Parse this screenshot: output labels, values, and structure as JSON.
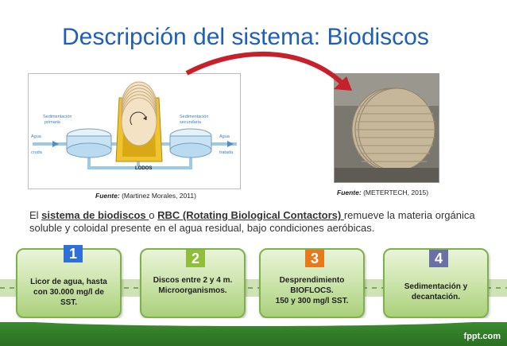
{
  "title": "Descripción del sistema: Biodiscos",
  "diagram": {
    "label_sed_primaria_1": "Sedimentación",
    "label_sed_primaria_2": "primaria",
    "label_sed_secundaria_1": "Sedimentación",
    "label_sed_secundaria_2": "secundaria",
    "label_agua_cruda_1": "Agua",
    "label_agua_cruda_2": "cruda",
    "label_agua_tratada_1": "Agua",
    "label_agua_tratada_2": "tratada",
    "label_lodos": "LODOS"
  },
  "captions": {
    "left_prefix": "Fuente:",
    "left_text": " (Martinez Morales, 2011)",
    "right_prefix": "Fuente:",
    "right_text": " (METERTECH, 2015)"
  },
  "paragraph": {
    "p1": "El ",
    "u1": "sistema de biodiscos ",
    "p2": "o ",
    "u2": "RBC (Rotating Biological Contactors) ",
    "p3": "remueve la materia orgánica soluble y coloidal presente en el agua residual, bajo condiciones aeróbicas."
  },
  "steps": [
    {
      "number": "1",
      "line1": "Licor de agua, hasta",
      "line2": "con 30.000 mg/l de",
      "line3": "SST.",
      "color": "#2f6fd8"
    },
    {
      "number": "2",
      "line1": "Discos entre 2 y 4 m.",
      "line2": "Microorganismos.",
      "line3": "",
      "color": "#8fbf3a"
    },
    {
      "number": "3",
      "line1": "Desprendimiento",
      "line2": "BIOFLOCS.",
      "line3": "150 y 300 mg/l SST.",
      "color": "#e8791a"
    },
    {
      "number": "4",
      "line1": "Sedimentación y",
      "line2": "decantación.",
      "line3": "",
      "color": "#6a6fa6"
    }
  ],
  "footer": {
    "brand": "fppt.com"
  },
  "colors": {
    "title": "#1f5fb4",
    "arrow": "#c8202a",
    "footer": "#2f7d27"
  }
}
